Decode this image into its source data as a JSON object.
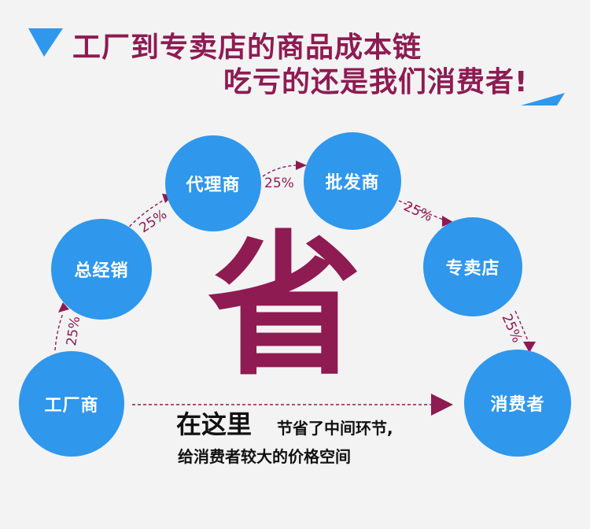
{
  "headline": {
    "line1": "工厂到专卖店的商品成本链",
    "line2": "吃亏的还是我们消费者!"
  },
  "nodes": {
    "factory": "工厂商",
    "distributor": "总经销",
    "agent": "代理商",
    "wholesaler": "批发商",
    "store": "专卖店",
    "consumer": "消费者"
  },
  "markups": [
    "25%",
    "25%",
    "25%",
    "25%",
    "25%"
  ],
  "center_char": "省",
  "caption": {
    "emphasis": "在这里",
    "line1": "节省了中间环节,",
    "line2": "给消费者较大的价格空间"
  },
  "colors": {
    "node_blue": "#2f97ec",
    "accent_maroon": "#8e1b52",
    "triangle_blue": "#2f97ec",
    "background": "#f3f3f3"
  }
}
